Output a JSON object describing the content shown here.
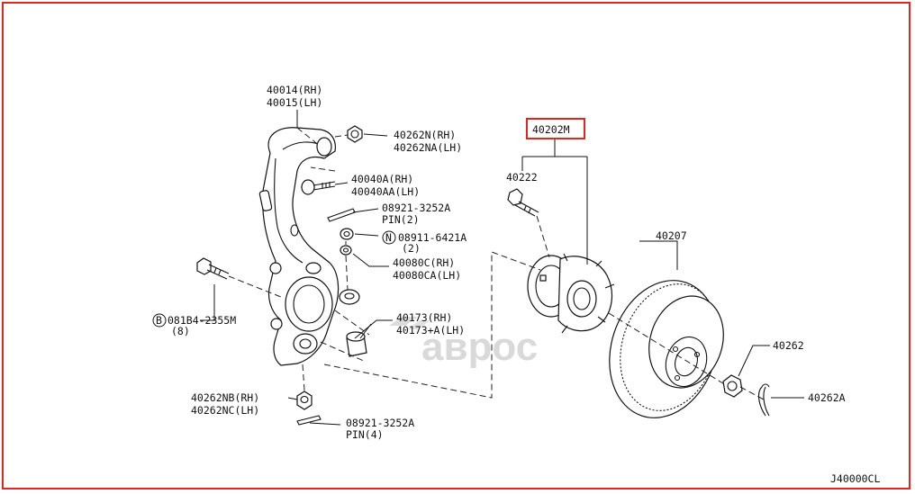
{
  "labels": {
    "knuckle_rh": "40014(RH)",
    "knuckle_lh": "40015(LH)",
    "nut_top_rh": "40262N(RH)",
    "nut_top_lh": "40262NA(LH)",
    "bolt_rh": "40040A(RH)",
    "bolt_lh": "40040AA(LH)",
    "pin_top": "08921-3252A",
    "pin_top_qty": "PIN(2)",
    "washer_code": "08911-6421A",
    "washer_qty": "(2)",
    "washer_prefix": "N",
    "cover_rh": "40080C(RH)",
    "cover_lh": "40080CA(LH)",
    "bolt_side": "081B4-2355M",
    "bolt_side_qty": "(8)",
    "bolt_side_prefix": "B",
    "bushing_rh": "40173(RH)",
    "bushing_lh": "40173+A(LH)",
    "nut_bottom_rh": "40262NB(RH)",
    "nut_bottom_lh": "40262NC(LH)",
    "pin_bottom": "08921-3252A",
    "pin_bottom_qty": "PIN(4)",
    "hub_assembly": "40202M",
    "hub_bolt": "40222",
    "rotor": "40207",
    "hub_nut": "40262",
    "cotter_pin": "40262A",
    "diagram_code": "J40000CL",
    "watermark": "аврос"
  },
  "colors": {
    "frame": "#e0261f",
    "highlight": "#e0261f",
    "ink": "#111111",
    "watermark": "#d9d9d9"
  }
}
